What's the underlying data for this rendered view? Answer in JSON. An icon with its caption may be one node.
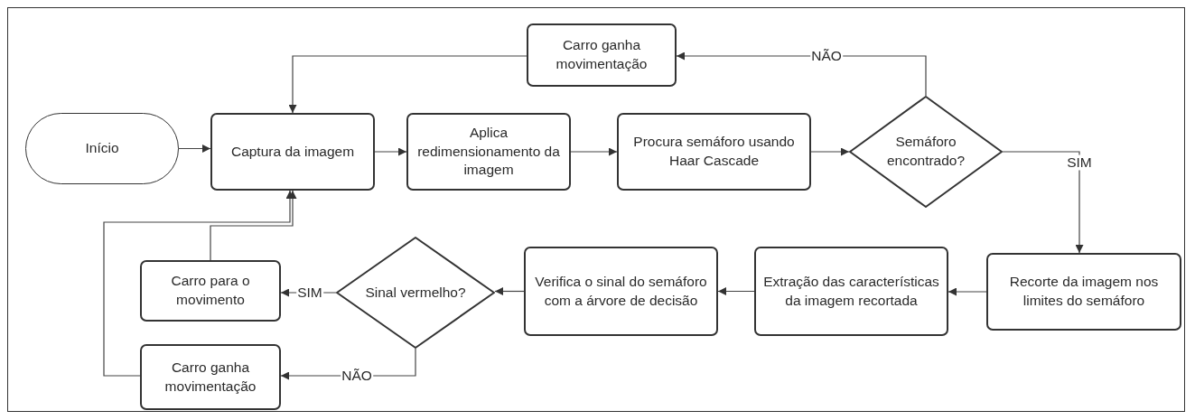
{
  "diagram": {
    "nodes": [
      {
        "text": [
          "Início"
        ]
      },
      {
        "text": [
          "Captura da imagem"
        ]
      },
      {
        "text": [
          "Aplica redimensionamento da imagem"
        ]
      },
      {
        "text": [
          "Procura semáforo usando Haar Cascade"
        ]
      },
      {
        "text": [
          "Semáforo encontrado?"
        ]
      },
      {
        "text": [
          "Carro ganha movimentação"
        ]
      },
      {
        "text": [
          "Recorte da imagem nos limites do semáforo"
        ]
      },
      {
        "text": [
          "Extração das características da imagem recortada"
        ]
      },
      {
        "text": [
          "Verifica o sinal do semáforo com a árvore de decisão"
        ]
      },
      {
        "text": [
          "Sinal vermelho?"
        ]
      },
      {
        "text": [
          "Carro para o movimento"
        ]
      },
      {
        "text": [
          "Carro ganha movimentação"
        ]
      }
    ],
    "edges": [
      {
        "from": 0,
        "to": 1,
        "arrow": "to"
      },
      {
        "from": 1,
        "to": 2,
        "arrow": "to"
      },
      {
        "from": 2,
        "to": 3,
        "arrow": "to"
      },
      {
        "from": 3,
        "to": 4,
        "arrow": "to"
      },
      {
        "from": 4,
        "to": 5,
        "arrow": "to",
        "label": "NÃO"
      },
      {
        "from": 5,
        "to": 1,
        "arrow": "to"
      },
      {
        "from": 4,
        "to": 6,
        "arrow": "to",
        "label": "SIM"
      },
      {
        "from": 6,
        "to": 7,
        "arrow": "to"
      },
      {
        "from": 7,
        "to": 8,
        "arrow": "to"
      },
      {
        "from": 8,
        "to": 9,
        "arrow": "to"
      },
      {
        "from": 9,
        "to": 10,
        "arrow": "to",
        "label": "SIM"
      },
      {
        "from": 9,
        "to": 11,
        "arrow": "to",
        "label": "NÃO"
      },
      {
        "from": 10,
        "to": 1,
        "arrow": "to"
      },
      {
        "from": 11,
        "to": 1,
        "arrow": "to"
      }
    ]
  }
}
